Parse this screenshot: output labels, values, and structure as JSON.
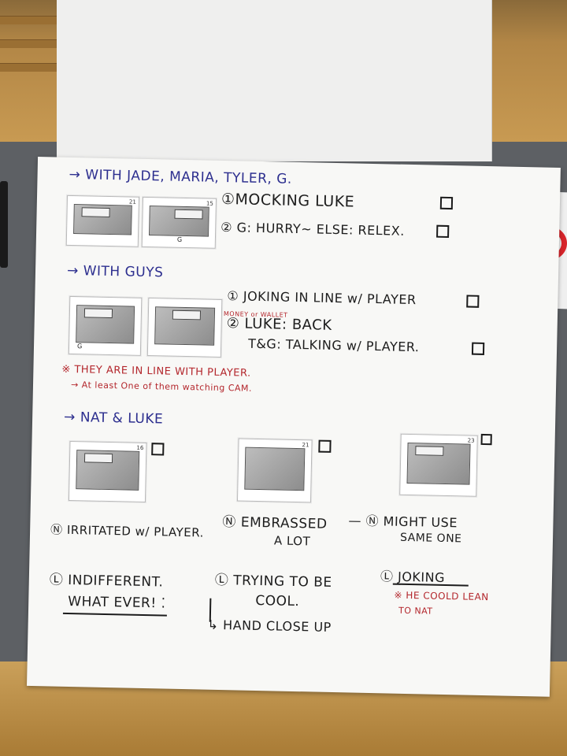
{
  "sections": {
    "with_jade": {
      "heading": "→ WITH JADE, MARIA, TYLER, G.",
      "items": [
        {
          "text": "①MOCKING LUKE"
        },
        {
          "text": "② G: HURRY~ ELSE: RELEX."
        }
      ],
      "thumb_labels": [
        "",
        "G"
      ],
      "panel_numbers": [
        "21",
        "15"
      ]
    },
    "with_guys": {
      "heading": "→ WITH GUYS",
      "items": [
        {
          "text": "① JOKING IN LINE w/ PLAYER"
        },
        {
          "text": "② LUKE: BACK"
        },
        {
          "text": "T&G: TALKING w/ PLAYER."
        }
      ],
      "thumb_labels": [
        "G",
        ""
      ],
      "annotation": "MONEY or WALLET",
      "note_line1": "※ THEY ARE IN LINE WITH PLAYER.",
      "note_line2": "→ At least One of them watching CAM."
    },
    "nat_luke": {
      "heading": "→ NAT & LUKE",
      "panel_numbers": [
        "16",
        "21",
        "23"
      ],
      "n_items": [
        {
          "text": "Ⓝ IRRITATED w/ PLAYER."
        },
        {
          "text": "Ⓝ EMBRASSED"
        },
        {
          "text": "A LOT"
        },
        {
          "text": "— Ⓝ MIGHT USE"
        },
        {
          "text": "SAME ONE"
        }
      ],
      "l_items": [
        {
          "text": "Ⓛ INDIFFERENT."
        },
        {
          "text": "WHAT EVER! ⁚"
        },
        {
          "text": "Ⓛ TRYING TO BE"
        },
        {
          "text": "COOL."
        },
        {
          "text": "↳ HAND CLOSE UP"
        },
        {
          "text": "Ⓛ JOKING"
        }
      ],
      "red_note_line1": "※ HE COOLD LEAN",
      "red_note_line2": "TO NAT"
    }
  },
  "colors": {
    "marker_black": "#1d1d1d",
    "marker_blue": "#2d2f8f",
    "marker_red": "#b3262c",
    "paper": "#f8f8f6",
    "wood": "#c89a52",
    "desk": "#5d6064"
  }
}
